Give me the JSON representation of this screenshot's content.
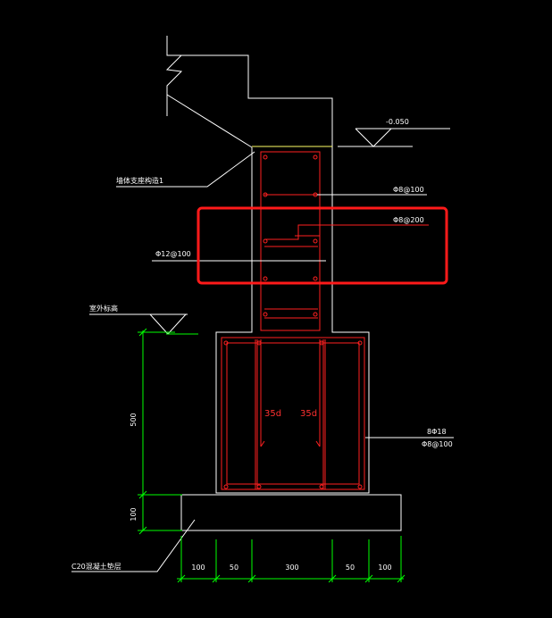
{
  "colors": {
    "background": "#000000",
    "outline": "#ffffff",
    "rebar": "#ff2020",
    "dimension": "#00ff00",
    "elevation": "#ffff66",
    "highlight": "#ff1a1a"
  },
  "labels": {
    "ground_elevation": "-0.050",
    "callout_top_left": "墙体支座构造1",
    "stirrup_upper": "Φ8@100",
    "stirrup_mid": "Φ8@200",
    "side_bar": "Φ12@100",
    "natural_ground": "室外标高",
    "anchor_left": "35d",
    "anchor_right": "35d",
    "footing_main": "8Φ18",
    "footing_stirrup": "Φ8@100",
    "bedding": "C20混凝土垫层"
  },
  "dimensions": {
    "vertical_footing": "500",
    "vertical_bedding": "100",
    "bottom": [
      "100",
      "50",
      "300",
      "50",
      "100"
    ]
  },
  "highlight_box": {
    "purpose": "selected annotation region"
  }
}
